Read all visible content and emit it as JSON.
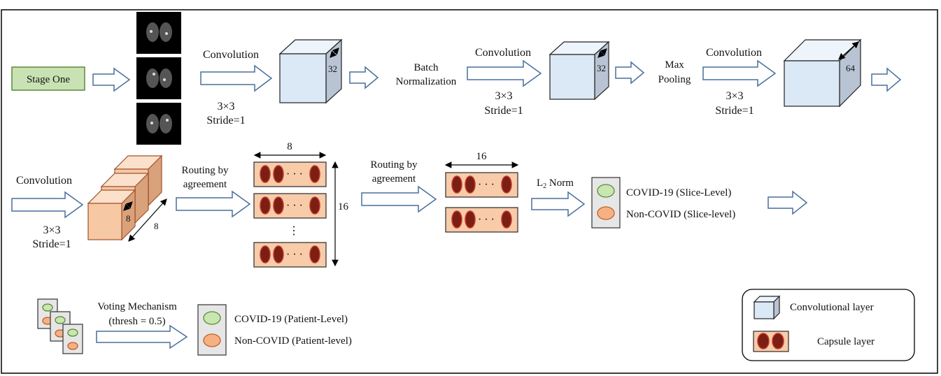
{
  "stage": {
    "label": "Stage One"
  },
  "row1": {
    "conv1": {
      "label": "Convolution",
      "kernel": "3×3",
      "stride": "Stride=1",
      "depth": "32"
    },
    "batch_norm": {
      "line1": "Batch",
      "line2": "Normalization"
    },
    "conv2": {
      "label": "Convolution",
      "kernel": "3×3",
      "stride": "Stride=1",
      "depth": "32"
    },
    "max_pool": {
      "line1": "Max",
      "line2": "Pooling"
    },
    "conv3": {
      "label": "Convolution",
      "kernel": "3×3",
      "stride": "Stride=1",
      "depth": "64"
    }
  },
  "row2": {
    "conv4": {
      "label": "Convolution",
      "kernel": "3×3",
      "stride": "Stride=1",
      "dim_a": "8",
      "dim_b": "8"
    },
    "routing1": {
      "line1": "Routing by",
      "line2": "agreement",
      "width": "8",
      "height": "16"
    },
    "routing2": {
      "line1": "Routing by",
      "line2": "agreement",
      "width": "16"
    },
    "l2norm": {
      "label": "L",
      "subscript": "2",
      "suffix": " Norm"
    },
    "outputs": {
      "covid": "COVID-19 (Slice-Level)",
      "noncovid": "Non-COVID (Slice-level)"
    },
    "dots": "· · ·",
    "vdots": "⋮"
  },
  "row3": {
    "voting": {
      "line1": "Voting Mechanism",
      "line2": "(thresh = 0.5)"
    },
    "outputs": {
      "covid": "COVID-19 (Patient-Level)",
      "noncovid": "Non-COVID (Patient-level)"
    }
  },
  "legend": {
    "conv": "Convolutional layer",
    "capsule": "Capsule layer"
  },
  "colors": {
    "arrow_stroke": "#4a6f9c",
    "cube_blue": "#dbe8f6",
    "capsule_bg": "#f8cba9",
    "capsule_oval": "#7b1f14",
    "stage_green": "#c9e2b3"
  }
}
